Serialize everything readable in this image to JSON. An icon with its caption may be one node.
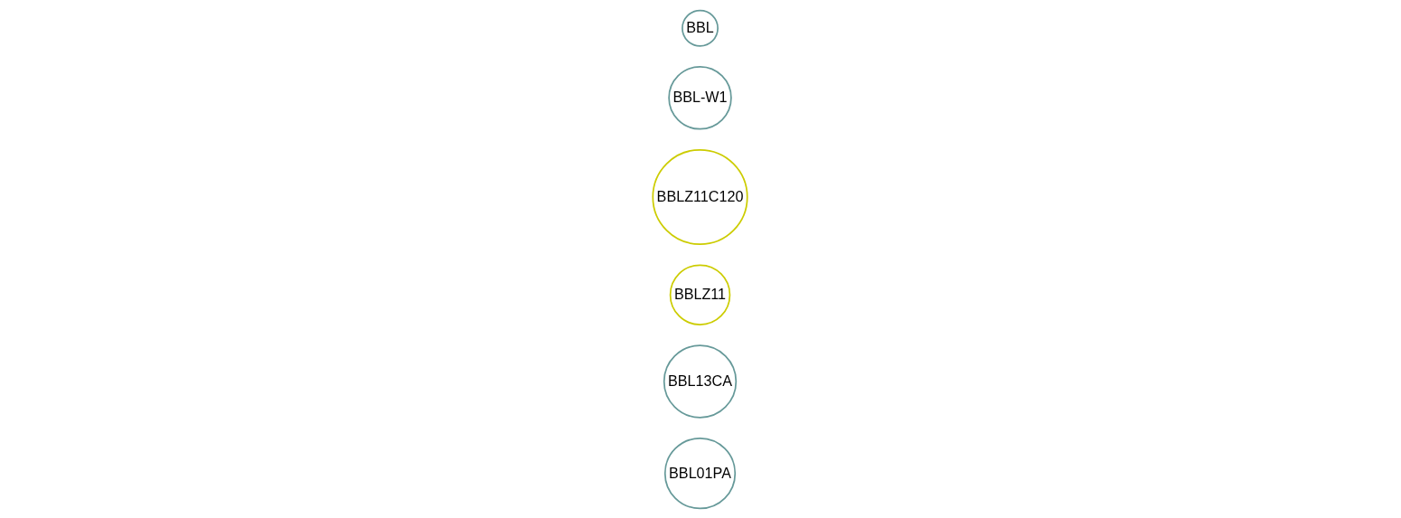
{
  "diagram": {
    "nodes": [
      {
        "text": [
          "BBL"
        ]
      },
      {
        "text": [
          "BBL-W1"
        ]
      },
      {
        "text": [
          "BBLZ11C120"
        ]
      },
      {
        "text": [
          "BBLZ11"
        ]
      },
      {
        "text": [
          "BBL13CA"
        ]
      },
      {
        "text": [
          "BBL01PA"
        ]
      }
    ],
    "edges": []
  }
}
